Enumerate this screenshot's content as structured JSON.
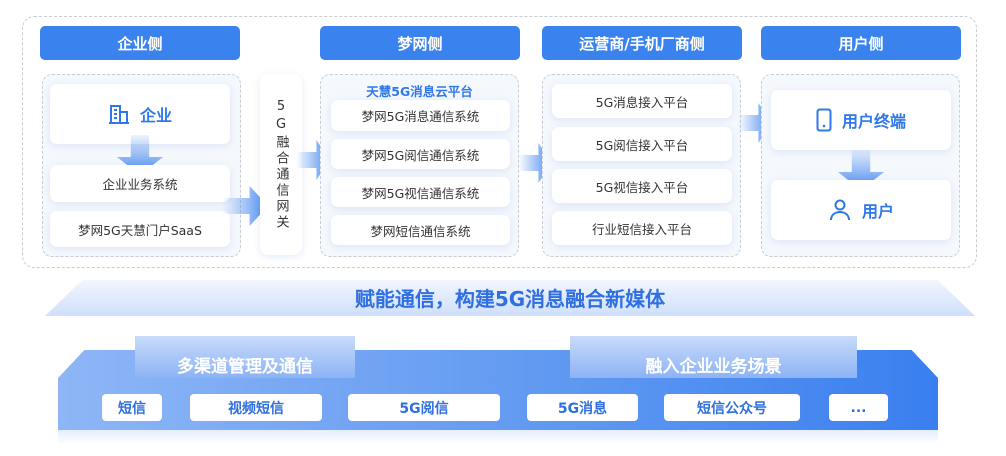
{
  "headers": [
    "企业侧",
    "梦网侧",
    "运营商/手机厂商侧",
    "用户侧"
  ],
  "enterprise": {
    "main": "企业",
    "items": [
      "企业业务系统",
      "梦网5G天慧门户SaaS"
    ]
  },
  "gateway": "5G融合通信网关",
  "mengwang": {
    "title": "天慧5G消息云平台",
    "items": [
      "梦网5G消息通信系统",
      "梦网5G阅信通信系统",
      "梦网5G视信通信系统",
      "梦网短信通信系统"
    ]
  },
  "operator": {
    "items": [
      "5G消息接入平台",
      "5G阅信接入平台",
      "5G视信接入平台",
      "行业短信接入平台"
    ]
  },
  "user": {
    "terminal": "用户终端",
    "user": "用户"
  },
  "bottom": {
    "slogan": "赋能通信，构建5G消息融合新媒体",
    "left": "多渠道管理及通信",
    "right": "融入企业业务场景",
    "chips": [
      "短信",
      "视频短信",
      "5G阅信",
      "5G消息",
      "短信公众号",
      "..."
    ]
  },
  "colors": {
    "accent": "#3a82ee"
  }
}
